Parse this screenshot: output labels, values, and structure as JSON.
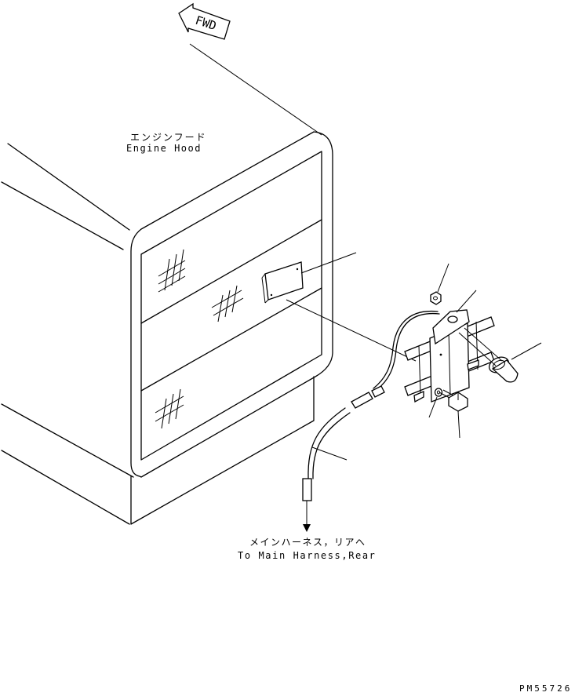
{
  "fwd_arrow": {
    "label": "FWD"
  },
  "labels": {
    "engine_hood_jp": "エンジンフード",
    "engine_hood_en": "Engine Hood",
    "to_main_harness_jp": "メインハーネス，リアへ",
    "to_main_harness_en": "To Main Harness,Rear",
    "drawing_number": "PM55726"
  },
  "icons": [
    "fwd-arrow-icon",
    "direction-arrow-icon"
  ]
}
